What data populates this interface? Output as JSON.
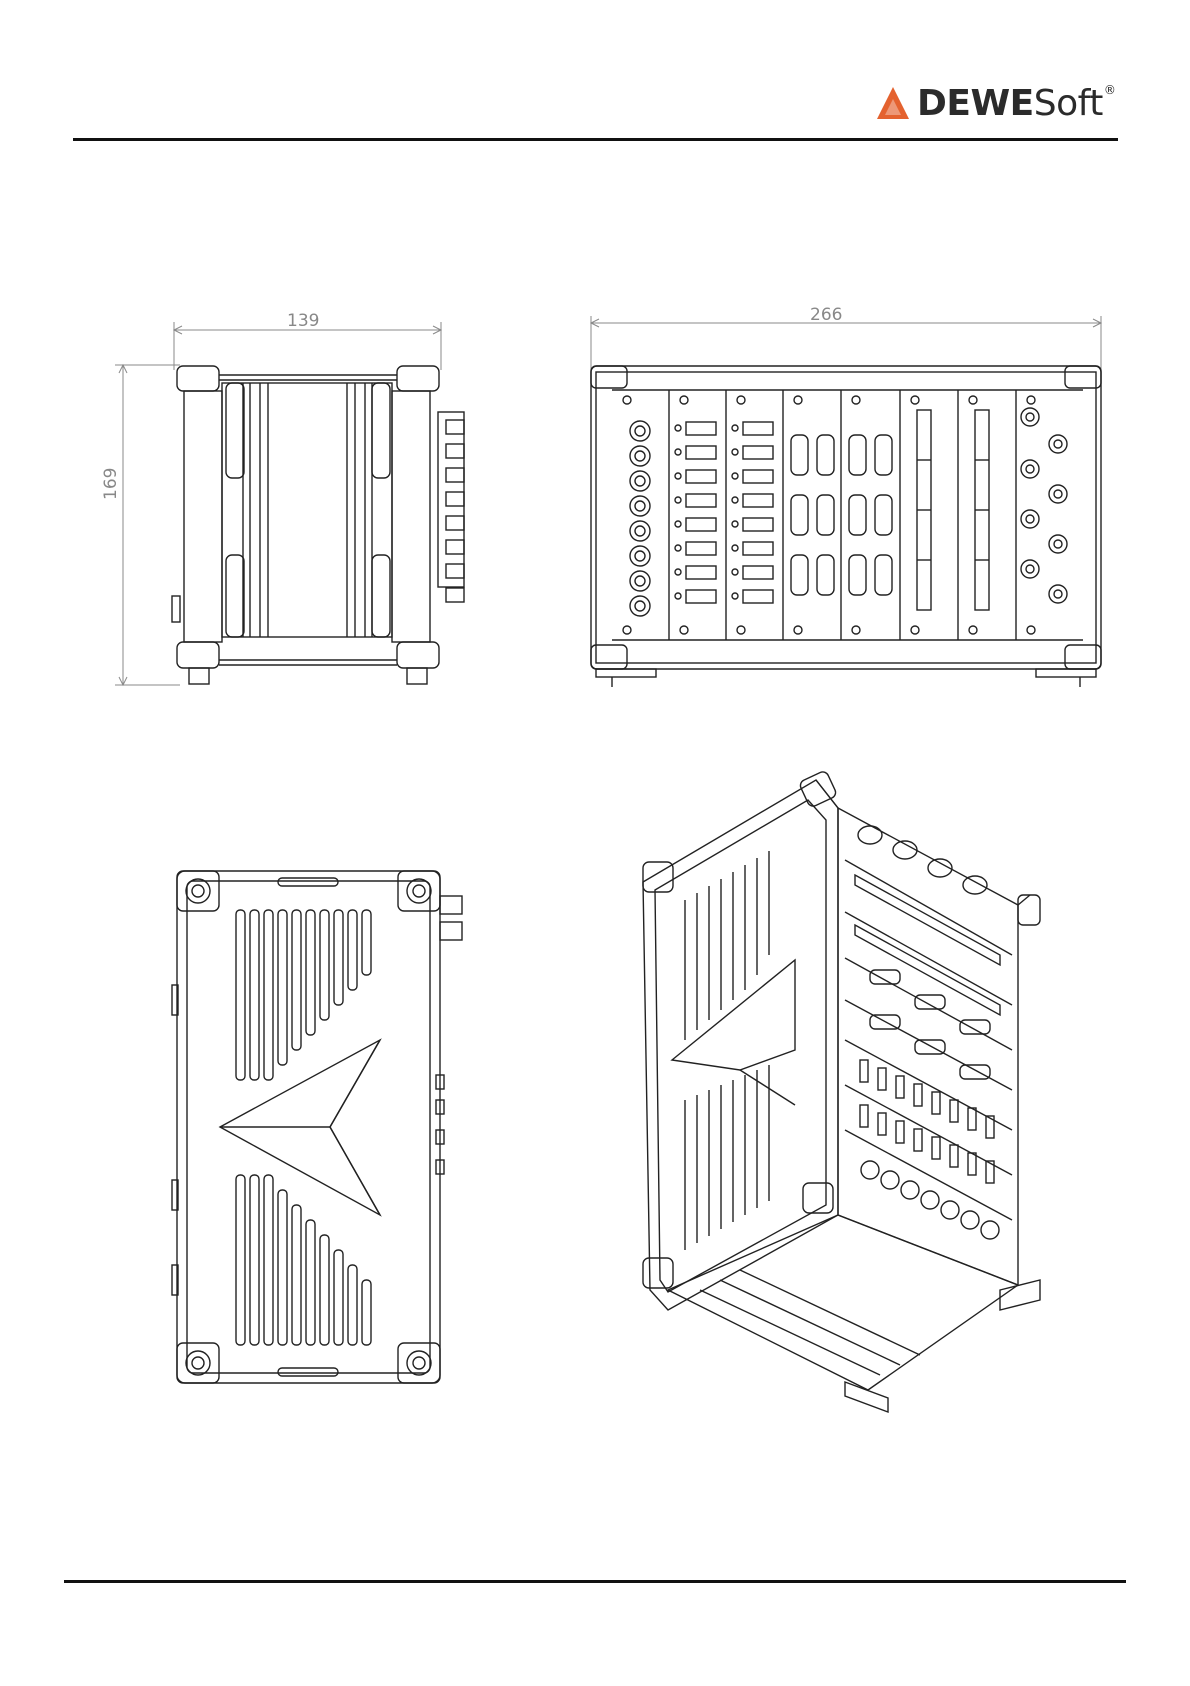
{
  "header": {
    "logo_text_bold": "DEWE",
    "logo_text_regular": "Soft",
    "logo_registered": "®",
    "brand_color": "#e4622f"
  },
  "drawings": {
    "side_view": {
      "dim_width": "139",
      "dim_height": "169"
    },
    "front_view": {
      "dim_width": "266"
    }
  },
  "colors": {
    "line": "#222222",
    "dim_line": "#8a8a8a"
  }
}
